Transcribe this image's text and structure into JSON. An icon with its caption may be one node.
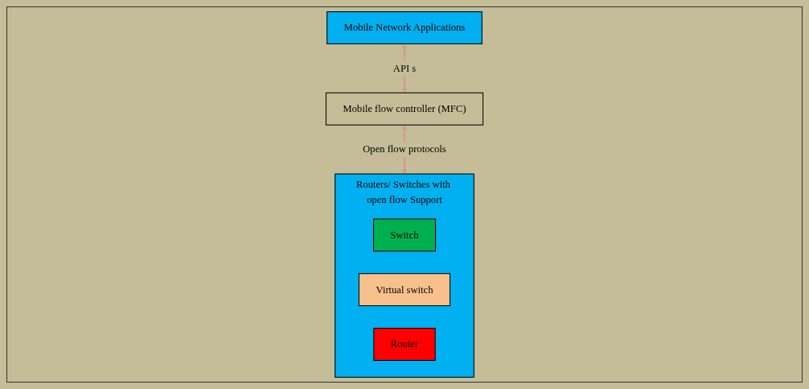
{
  "diagram": {
    "nodes": [
      {
        "text": [
          "Mobile Network Applications"
        ]
      },
      {
        "text": [
          "Mobile flow controller (MFC)"
        ]
      },
      {
        "text": [
          "Routers/ Switches with open flow Support"
        ]
      },
      {
        "text": [
          "Switch"
        ],
        "in": 2
      },
      {
        "text": [
          "Virtual switch"
        ],
        "in": 2
      },
      {
        "text": [
          "Router"
        ],
        "in": 2
      }
    ],
    "edges": [
      {
        "from": 0,
        "to": 1,
        "arrow": "both",
        "label": "API s"
      },
      {
        "from": 1,
        "to": 2,
        "arrow": "both",
        "label": "Open flow protocols"
      }
    ]
  }
}
